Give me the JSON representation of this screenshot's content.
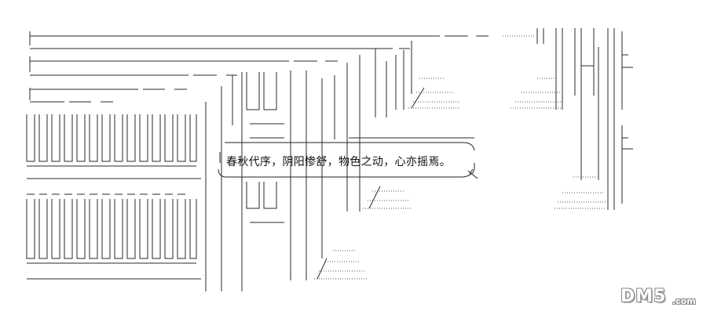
{
  "speech": {
    "text": "春秋代序，阴阳惨舒，物色之动，心亦摇焉。"
  },
  "watermark": {
    "main": "DM5",
    "sub": ".com"
  }
}
